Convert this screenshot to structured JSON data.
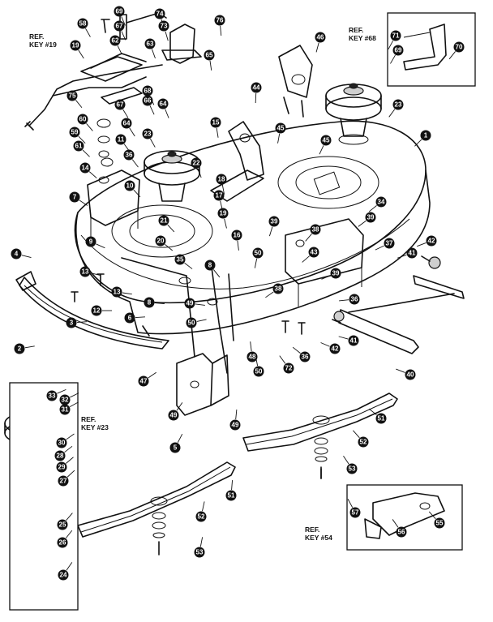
{
  "diagram": {
    "callouts": [
      {
        "id": "c1",
        "n": "58"
      },
      {
        "id": "c2",
        "n": "69"
      },
      {
        "id": "c3",
        "n": "74"
      },
      {
        "id": "c4",
        "n": "76"
      },
      {
        "id": "c5",
        "n": "67"
      },
      {
        "id": "c6",
        "n": "73"
      },
      {
        "id": "c7",
        "n": "62"
      },
      {
        "id": "c8",
        "n": "65"
      },
      {
        "id": "c9",
        "n": "63"
      },
      {
        "id": "c10",
        "n": "19"
      },
      {
        "id": "c11",
        "n": "75"
      },
      {
        "id": "c12",
        "n": "68"
      },
      {
        "id": "c13",
        "n": "67"
      },
      {
        "id": "c14",
        "n": "66"
      },
      {
        "id": "c15",
        "n": "64"
      },
      {
        "id": "c16",
        "n": "60"
      },
      {
        "id": "c17",
        "n": "64"
      },
      {
        "id": "c18",
        "n": "59"
      },
      {
        "id": "c19",
        "n": "61"
      },
      {
        "id": "c20",
        "n": "46"
      },
      {
        "id": "c21",
        "n": "44"
      },
      {
        "id": "c22",
        "n": "23"
      },
      {
        "id": "c23",
        "n": "71"
      },
      {
        "id": "c24",
        "n": "70"
      },
      {
        "id": "c25",
        "n": "69"
      },
      {
        "id": "c26",
        "n": "45"
      },
      {
        "id": "c27",
        "n": "15"
      },
      {
        "id": "c28",
        "n": "1"
      },
      {
        "id": "c29",
        "n": "45"
      },
      {
        "id": "c30",
        "n": "23"
      },
      {
        "id": "c31",
        "n": "11"
      },
      {
        "id": "c32",
        "n": "14"
      },
      {
        "id": "c33",
        "n": "36"
      },
      {
        "id": "c34",
        "n": "22"
      },
      {
        "id": "c35",
        "n": "10"
      },
      {
        "id": "c36",
        "n": "18"
      },
      {
        "id": "c37",
        "n": "7"
      },
      {
        "id": "c38",
        "n": "17"
      },
      {
        "id": "c39",
        "n": "34"
      },
      {
        "id": "c40",
        "n": "21"
      },
      {
        "id": "c41",
        "n": "19"
      },
      {
        "id": "c42",
        "n": "16"
      },
      {
        "id": "c43",
        "n": "39"
      },
      {
        "id": "c44",
        "n": "39"
      },
      {
        "id": "c45",
        "n": "38"
      },
      {
        "id": "c46",
        "n": "20"
      },
      {
        "id": "c47",
        "n": "9"
      },
      {
        "id": "c48",
        "n": "37"
      },
      {
        "id": "c49",
        "n": "42"
      },
      {
        "id": "c50",
        "n": "4"
      },
      {
        "id": "c51",
        "n": "35"
      },
      {
        "id": "c52",
        "n": "50"
      },
      {
        "id": "c53",
        "n": "43"
      },
      {
        "id": "c54",
        "n": "41"
      },
      {
        "id": "c55",
        "n": "8"
      },
      {
        "id": "c56",
        "n": "13"
      },
      {
        "id": "c57",
        "n": "39"
      },
      {
        "id": "c58",
        "n": "13"
      },
      {
        "id": "c59",
        "n": "12"
      },
      {
        "id": "c60",
        "n": "8"
      },
      {
        "id": "c61",
        "n": "38"
      },
      {
        "id": "c62",
        "n": "36"
      },
      {
        "id": "c63",
        "n": "3"
      },
      {
        "id": "c64",
        "n": "49"
      },
      {
        "id": "c65",
        "n": "6"
      },
      {
        "id": "c66",
        "n": "50"
      },
      {
        "id": "c67",
        "n": "42"
      },
      {
        "id": "c68",
        "n": "41"
      },
      {
        "id": "c69",
        "n": "36"
      },
      {
        "id": "c70",
        "n": "2"
      },
      {
        "id": "c71",
        "n": "48"
      },
      {
        "id": "c72",
        "n": "72"
      },
      {
        "id": "c73",
        "n": "40"
      },
      {
        "id": "c74",
        "n": "50"
      },
      {
        "id": "c75",
        "n": "47"
      },
      {
        "id": "c76",
        "n": "33"
      },
      {
        "id": "c77",
        "n": "32"
      },
      {
        "id": "c78",
        "n": "31"
      },
      {
        "id": "c79",
        "n": "49"
      },
      {
        "id": "c80",
        "n": "49"
      },
      {
        "id": "c81",
        "n": "51"
      },
      {
        "id": "c82",
        "n": "30"
      },
      {
        "id": "c83",
        "n": "5"
      },
      {
        "id": "c84",
        "n": "52"
      },
      {
        "id": "c85",
        "n": "29"
      },
      {
        "id": "c86",
        "n": "28"
      },
      {
        "id": "c87",
        "n": "27"
      },
      {
        "id": "c88",
        "n": "53"
      },
      {
        "id": "c89",
        "n": "51"
      },
      {
        "id": "c90",
        "n": "26"
      },
      {
        "id": "c91",
        "n": "52"
      },
      {
        "id": "c92",
        "n": "25"
      },
      {
        "id": "c93",
        "n": "57"
      },
      {
        "id": "c94",
        "n": "55"
      },
      {
        "id": "c95",
        "n": "56"
      },
      {
        "id": "c96",
        "n": "53"
      },
      {
        "id": "c97",
        "n": "24"
      }
    ],
    "ref_labels": [
      {
        "id": "r1",
        "line1": "REF.",
        "line2": "KEY #19"
      },
      {
        "id": "r2",
        "line1": "REF.",
        "line2": "KEY #68"
      },
      {
        "id": "r3",
        "line1": "REF.",
        "line2": "KEY #23"
      },
      {
        "id": "r4",
        "line1": "REF.",
        "line2": "KEY #54"
      }
    ]
  }
}
